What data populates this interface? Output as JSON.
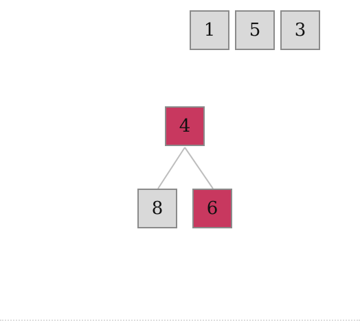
{
  "queue": {
    "items": [
      {
        "value": "1",
        "state": "plain"
      },
      {
        "value": "5",
        "state": "plain"
      },
      {
        "value": "3",
        "state": "plain"
      }
    ]
  },
  "tree": {
    "root": {
      "value": "4",
      "state": "active"
    },
    "left": {
      "value": "8",
      "state": "plain"
    },
    "right": {
      "value": "6",
      "state": "active"
    }
  },
  "colors": {
    "active": "#c8385f",
    "plain": "#d9d9d9",
    "border": "#8a8a8a",
    "edge": "#bdbdbd"
  }
}
